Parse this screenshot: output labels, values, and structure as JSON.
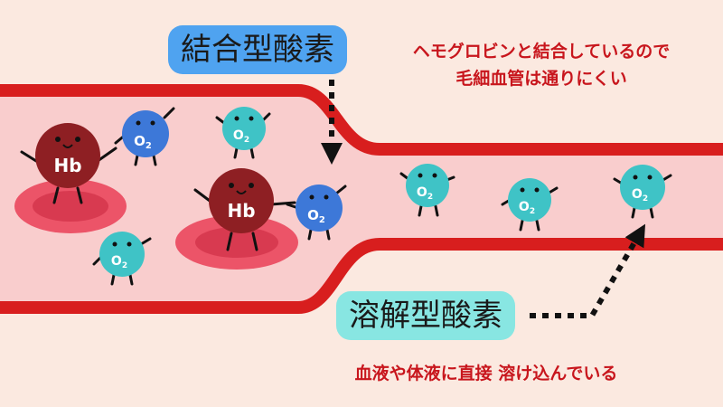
{
  "labels": {
    "bound_oxygen": "結合型酸素",
    "dissolved_oxygen": "溶解型酸素"
  },
  "notes": {
    "bound_line1": "ヘモグロビンと結合しているので",
    "bound_line2": "毛細血管は通りにくい",
    "dissolved": "血液や体液に直接 溶け込んでいる"
  },
  "glyphs": {
    "hemoglobin": "Hb",
    "oxygen": "O",
    "oxygen_sub": "2"
  },
  "colors": {
    "vessel_wall": "#d81e1e",
    "vessel_lumen": "#f9cdcd",
    "background": "#fbe9e0",
    "hemoglobin": "#8e1f23",
    "red_blood_cell": "#ec5468",
    "bound_oxygen": "#3d78d8",
    "dissolved_oxygen": "#3fc3c6",
    "bound_label_bg": "#4fa3f0",
    "dissolved_label_bg": "#88e6e2",
    "note_text": "#c8161d"
  }
}
